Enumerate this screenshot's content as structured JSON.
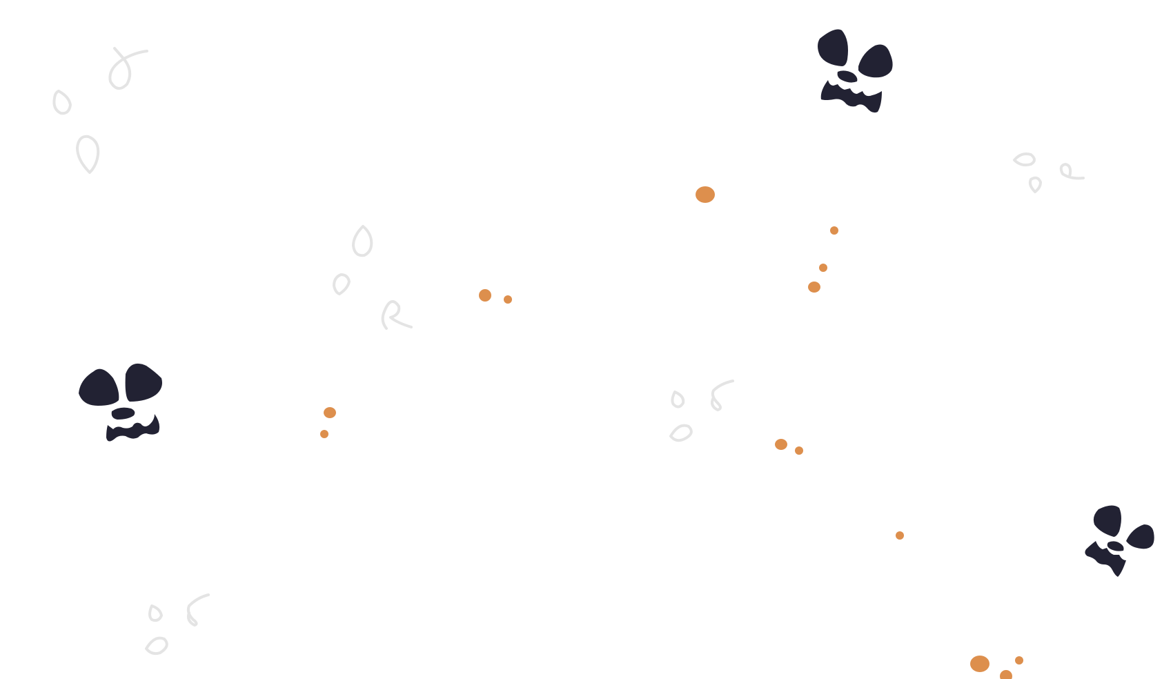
{
  "background": {
    "color": "#ffffff",
    "pattern": "halloween-doodle-scatter",
    "colors": {
      "face": "#222233",
      "dot": "#dd8f4d",
      "sketch": "#e4e4e4"
    },
    "faces": [
      {
        "id": "jack-o-lantern-face-top-right",
        "icon": "jack-o-lantern-face-icon"
      },
      {
        "id": "jack-o-lantern-face-left",
        "icon": "jack-o-lantern-face-icon"
      },
      {
        "id": "jack-o-lantern-face-right-edge",
        "icon": "jack-o-lantern-face-icon"
      }
    ]
  }
}
